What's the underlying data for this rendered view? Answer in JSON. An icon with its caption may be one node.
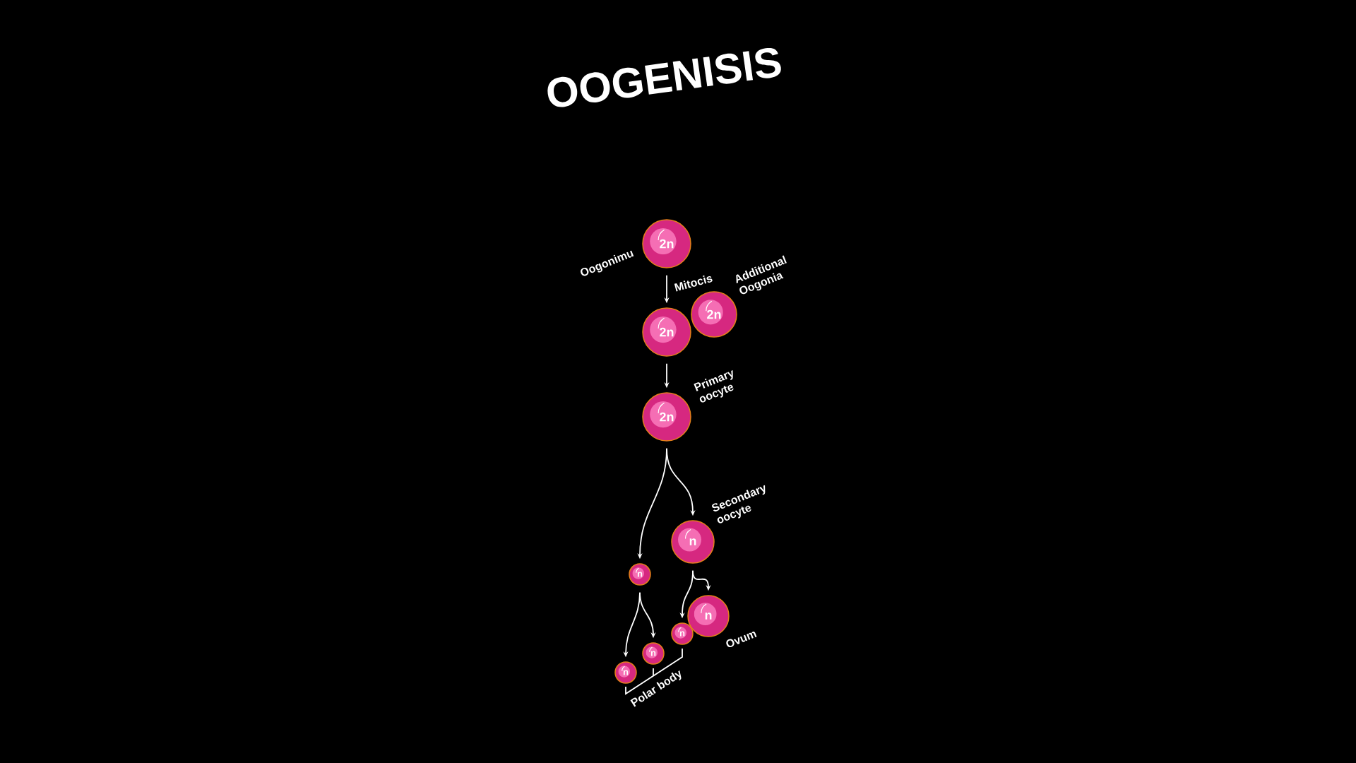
{
  "diagram": {
    "title": "OOGENISIS",
    "nodes": [
      {
        "text": [
          "2n"
        ],
        "beside": [
          "Oogonimu"
        ]
      },
      {
        "text": [
          "2n"
        ]
      },
      {
        "text": [
          "2n"
        ],
        "beside": [
          "Additional Oogonia"
        ]
      },
      {
        "text": [
          "2n"
        ],
        "beside": [
          "Primary oocyte"
        ]
      },
      {
        "text": [
          "n"
        ]
      },
      {
        "text": [
          "n"
        ],
        "beside": [
          "Secondary oocyte"
        ]
      },
      {
        "text": [
          "n"
        ]
      },
      {
        "text": [
          "n"
        ]
      },
      {
        "text": [
          "n"
        ]
      },
      {
        "text": [
          "n"
        ],
        "beside": [
          "Ovum"
        ]
      }
    ],
    "edges": [
      {
        "from": 0,
        "to": 1,
        "arrow": "to",
        "label": "Mitocis"
      },
      {
        "from": 1,
        "to": 3,
        "arrow": "to"
      },
      {
        "from": 3,
        "to": 4,
        "arrow": "to"
      },
      {
        "from": 3,
        "to": 5,
        "arrow": "to"
      },
      {
        "from": 4,
        "to": 6,
        "arrow": "to"
      },
      {
        "from": 4,
        "to": 7,
        "arrow": "to"
      },
      {
        "from": 5,
        "to": 8,
        "arrow": "to"
      },
      {
        "from": 5,
        "to": 9,
        "arrow": "to"
      }
    ],
    "labels": [
      "Polar body"
    ]
  }
}
